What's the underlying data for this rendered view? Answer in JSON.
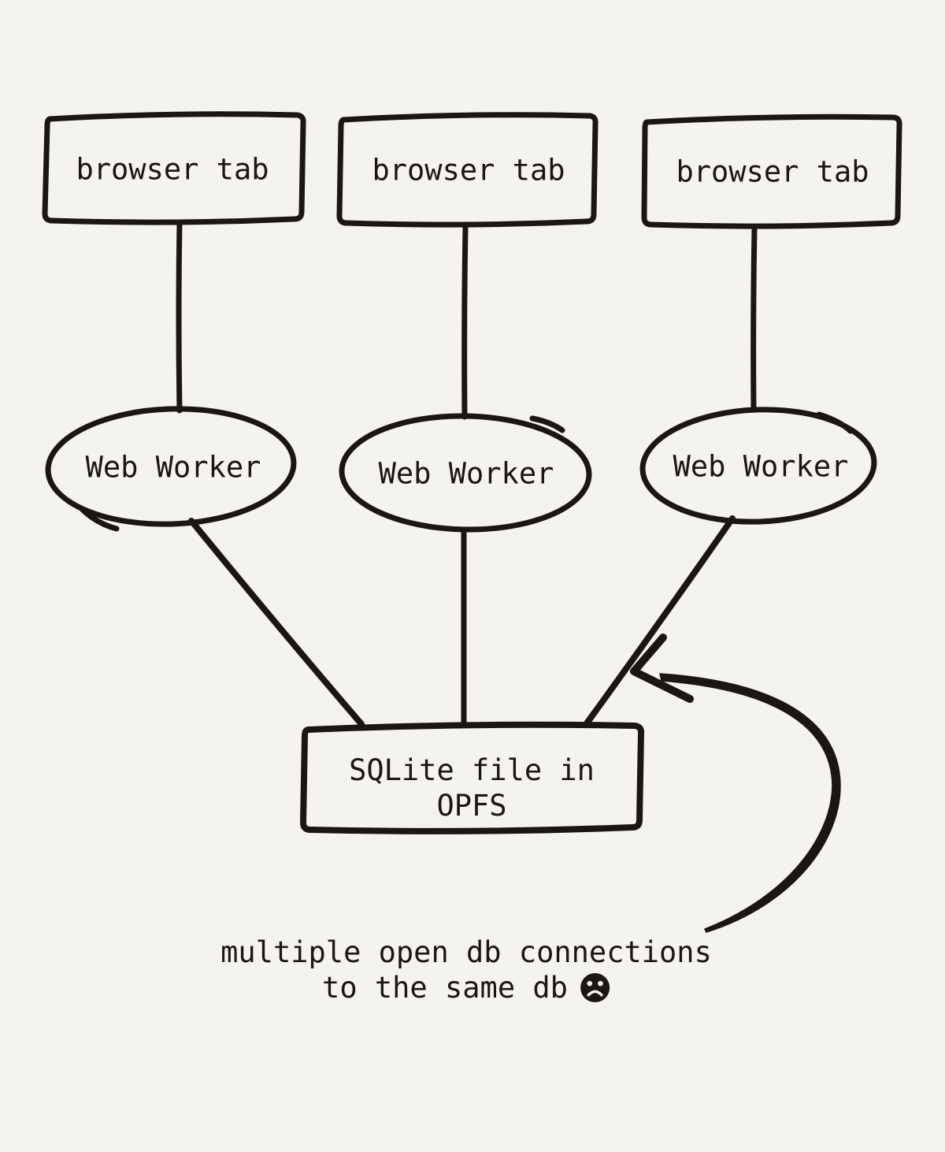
{
  "colors": {
    "background": "#f5f3ee",
    "ink": "#1a1712"
  },
  "nodes": {
    "browser_tabs": [
      {
        "id": "browser-tab-1",
        "label": "browser tab"
      },
      {
        "id": "browser-tab-2",
        "label": "browser tab"
      },
      {
        "id": "browser-tab-3",
        "label": "browser tab"
      }
    ],
    "web_workers": [
      {
        "id": "web-worker-1",
        "label": "Web Worker"
      },
      {
        "id": "web-worker-2",
        "label": "Web Worker"
      },
      {
        "id": "web-worker-3",
        "label": "Web Worker"
      }
    ],
    "sqlite_file": {
      "id": "sqlite-opfs",
      "label_line1": "SQLite file in",
      "label_line2": "OPFS"
    }
  },
  "edges": [
    {
      "from": "browser-tab-1",
      "to": "web-worker-1"
    },
    {
      "from": "browser-tab-2",
      "to": "web-worker-2"
    },
    {
      "from": "browser-tab-3",
      "to": "web-worker-3"
    },
    {
      "from": "web-worker-1",
      "to": "sqlite-opfs"
    },
    {
      "from": "web-worker-2",
      "to": "sqlite-opfs"
    },
    {
      "from": "web-worker-3",
      "to": "sqlite-opfs"
    }
  ],
  "annotation": {
    "caption_line1": "multiple open db connections",
    "caption_line2": "to the same db",
    "emoji": "sad-face",
    "arrow_target": "web-worker-3 to sqlite-opfs connection"
  }
}
